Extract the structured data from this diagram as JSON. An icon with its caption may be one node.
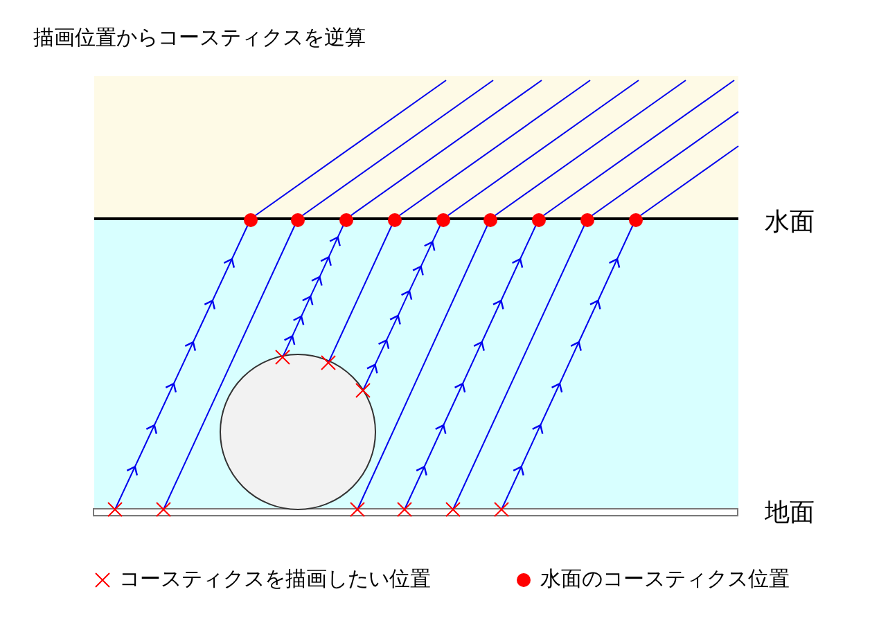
{
  "diagram": {
    "title": "描画位置からコースティクスを逆算",
    "labels": [
      "水面",
      "地面"
    ],
    "legend": [
      {
        "text": "コースティクスを描画したい位置"
      },
      {
        "text": "水面のコースティクス位置",
        "color": "#ff0000"
      }
    ]
  }
}
